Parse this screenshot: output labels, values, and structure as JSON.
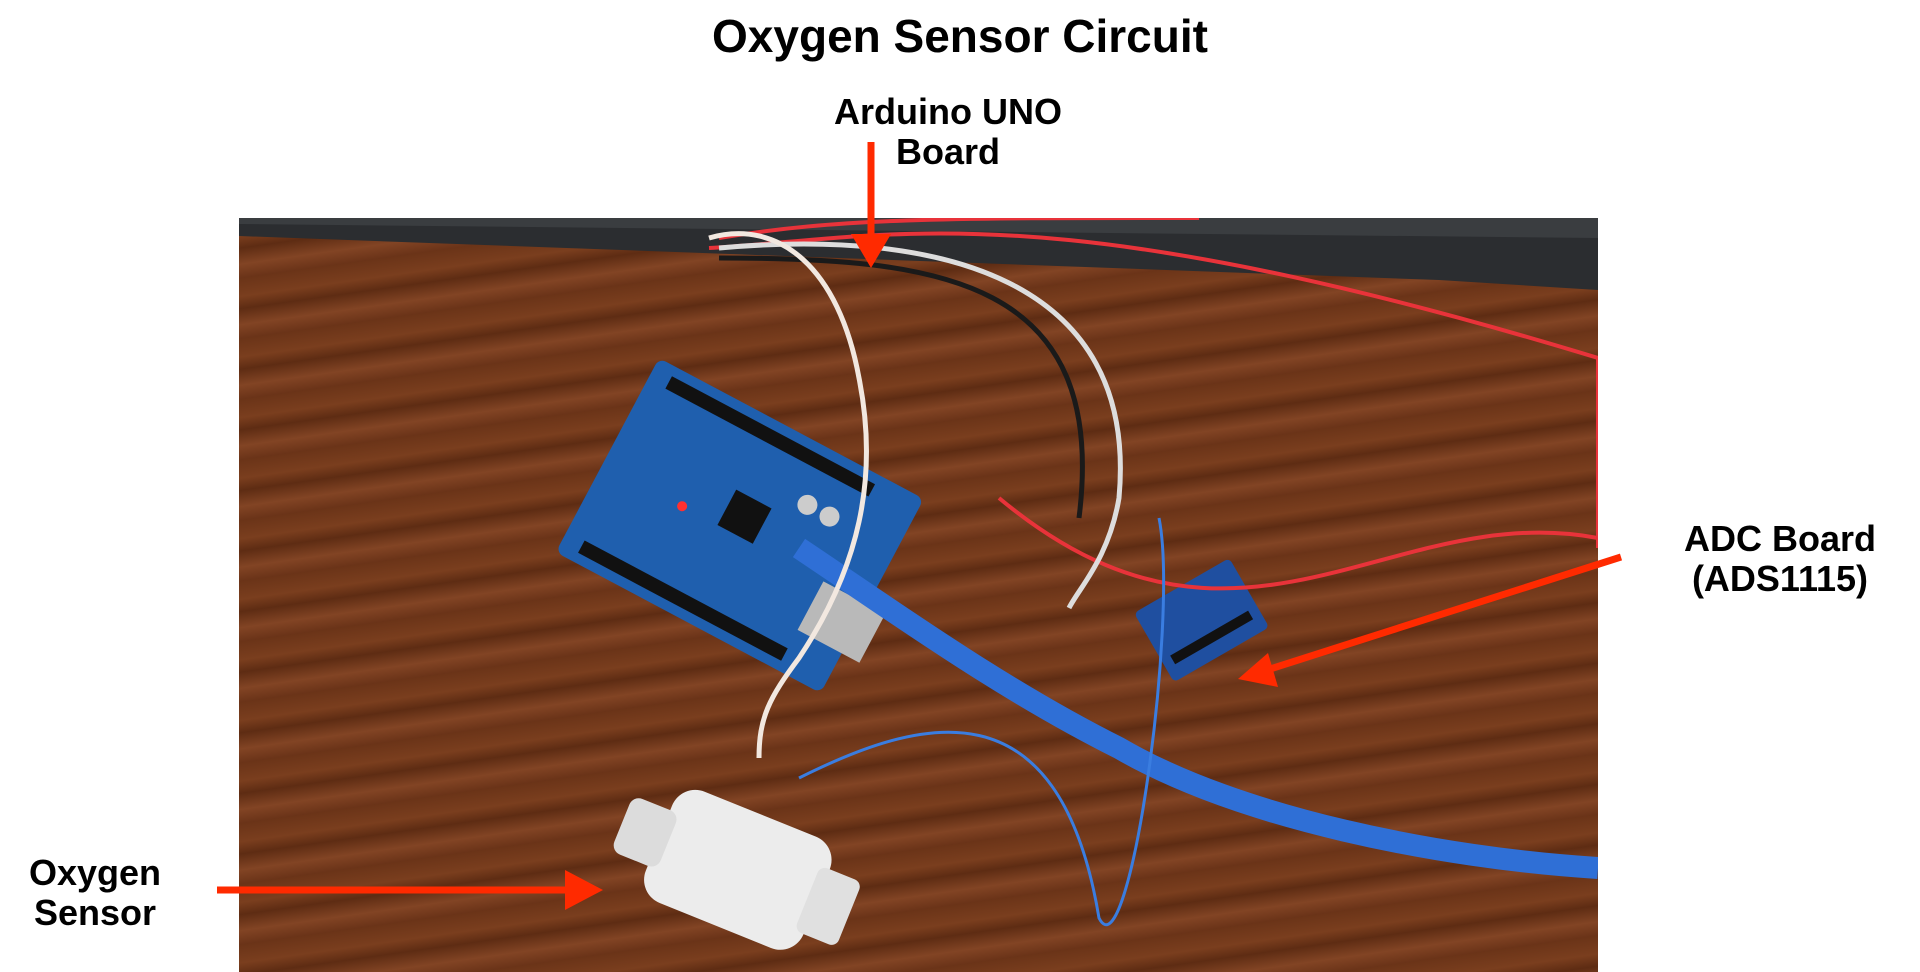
{
  "title": "Oxygen Sensor Circuit",
  "labels": {
    "arduino": [
      "Arduino UNO",
      "Board"
    ],
    "adc": [
      "ADC Board",
      "(ADS1115)"
    ],
    "sensor": [
      "Oxygen",
      "Sensor"
    ]
  },
  "colors": {
    "arrow": "#ff2a00",
    "board": "#1f5fae",
    "wood": "#6b3418"
  }
}
